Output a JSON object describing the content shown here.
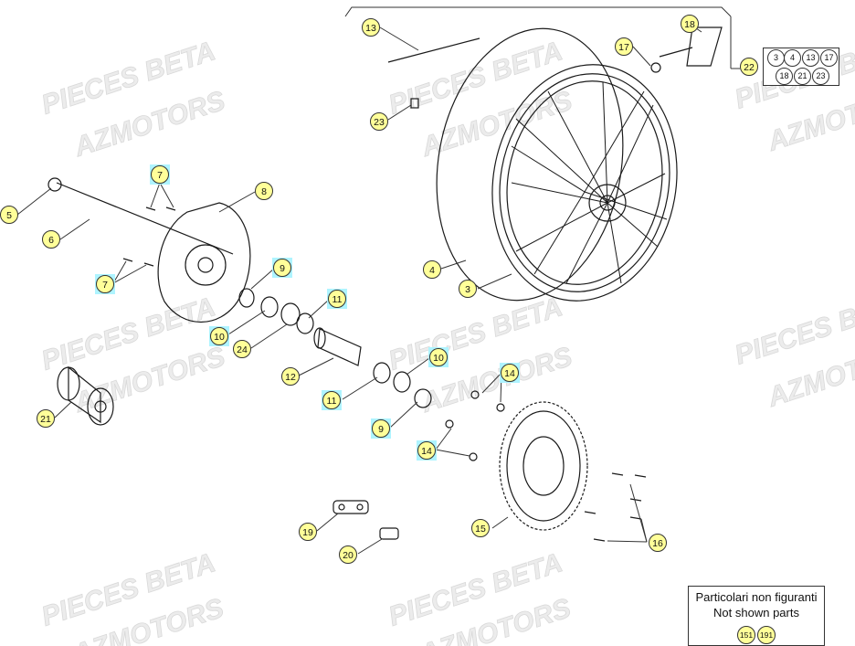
{
  "watermark": {
    "line1": "PIECES BETA",
    "line2": "AZMOTORS"
  },
  "colors": {
    "callout_yellow": "#ffff99",
    "callout_cyan": "#aef4ff",
    "line": "#1a1a1a"
  },
  "callouts": [
    {
      "id": "c13",
      "label": "13",
      "color": "yellow"
    },
    {
      "id": "c18",
      "label": "18",
      "color": "yellow"
    },
    {
      "id": "c17",
      "label": "17",
      "color": "yellow"
    },
    {
      "id": "c22",
      "label": "22",
      "color": "yellow"
    },
    {
      "id": "c23",
      "label": "23",
      "color": "yellow"
    },
    {
      "id": "c7a",
      "label": "7",
      "color": "cyan"
    },
    {
      "id": "c8",
      "label": "8",
      "color": "yellow"
    },
    {
      "id": "c5",
      "label": "5",
      "color": "yellow"
    },
    {
      "id": "c6",
      "label": "6",
      "color": "yellow"
    },
    {
      "id": "c9a",
      "label": "9",
      "color": "cyan"
    },
    {
      "id": "c7b",
      "label": "7",
      "color": "cyan"
    },
    {
      "id": "c4",
      "label": "4",
      "color": "yellow"
    },
    {
      "id": "c3",
      "label": "3",
      "color": "yellow"
    },
    {
      "id": "c11a",
      "label": "11",
      "color": "cyan"
    },
    {
      "id": "c10a",
      "label": "10",
      "color": "cyan"
    },
    {
      "id": "c24",
      "label": "24",
      "color": "yellow"
    },
    {
      "id": "c10b",
      "label": "10",
      "color": "cyan"
    },
    {
      "id": "c12",
      "label": "12",
      "color": "yellow"
    },
    {
      "id": "c14a",
      "label": "14",
      "color": "cyan"
    },
    {
      "id": "c11b",
      "label": "11",
      "color": "cyan"
    },
    {
      "id": "c21",
      "label": "21",
      "color": "yellow"
    },
    {
      "id": "c9b",
      "label": "9",
      "color": "cyan"
    },
    {
      "id": "c14b",
      "label": "14",
      "color": "cyan"
    },
    {
      "id": "c15",
      "label": "15",
      "color": "yellow"
    },
    {
      "id": "c19",
      "label": "19",
      "color": "yellow"
    },
    {
      "id": "c16",
      "label": "16",
      "color": "yellow"
    },
    {
      "id": "c20",
      "label": "20",
      "color": "yellow"
    }
  ],
  "kit_box": {
    "items": [
      "3",
      "4",
      "13",
      "17",
      "18",
      "21",
      "23"
    ]
  },
  "legend": {
    "title": "Particolari non figuranti",
    "subtitle": "Not shown parts",
    "refs": [
      "151",
      "191"
    ]
  }
}
